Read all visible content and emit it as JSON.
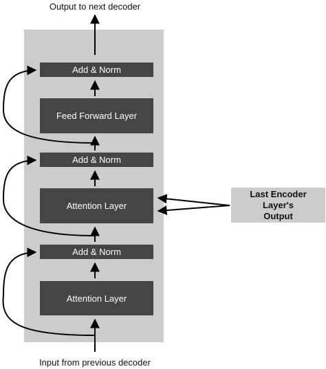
{
  "top_label": "Output to next decoder",
  "bottom_label": "Input from previous decoder",
  "blocks": {
    "add_norm_top": "Add & Norm",
    "feed_forward": "Feed Forward Layer",
    "add_norm_middle": "Add & Norm",
    "cross_attention": "Attention Layer",
    "add_norm_bottom": "Add & Norm",
    "self_attention": "Attention Layer"
  },
  "encoder_output": {
    "line1": "Last Encoder Layer's",
    "line2": "Output"
  },
  "colors": {
    "panel": "#cccccc",
    "block": "#454545",
    "block_text": "#ffffff",
    "arrow": "#000000"
  }
}
